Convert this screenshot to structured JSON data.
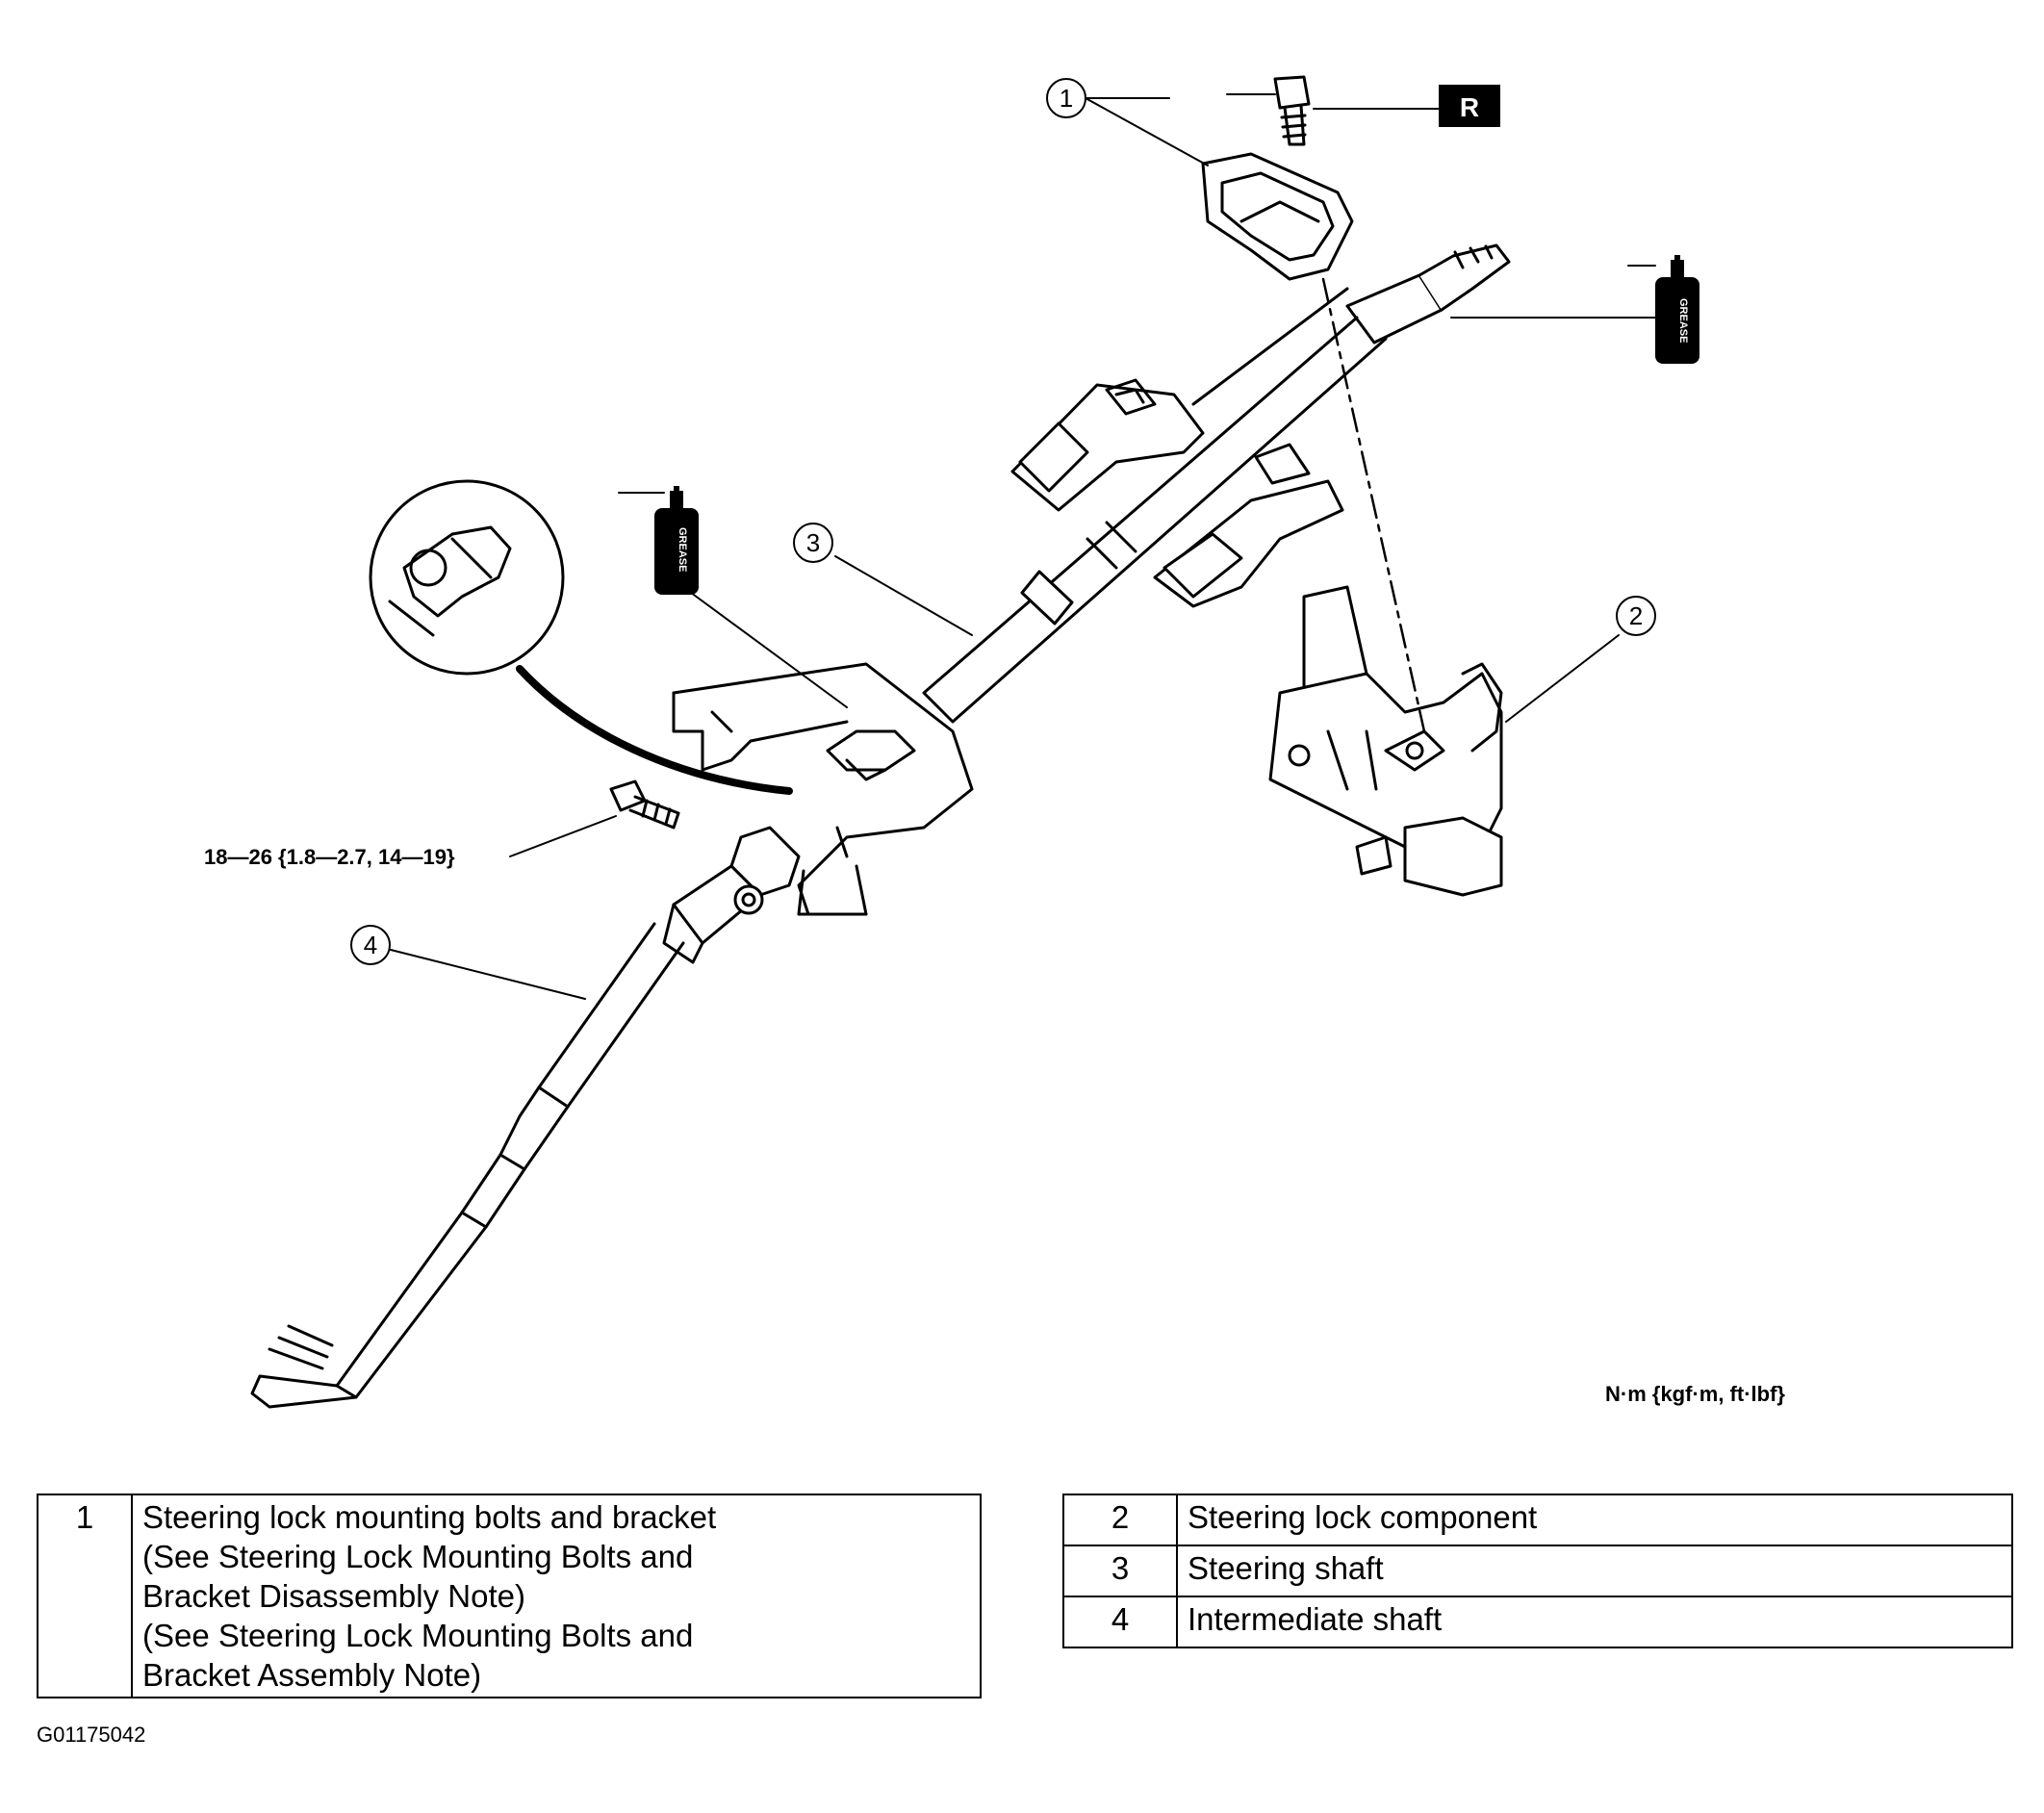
{
  "callouts": {
    "c1": "1",
    "c2": "2",
    "c3": "3",
    "c4": "4"
  },
  "labels": {
    "r_badge": "R",
    "grease": "GREASE",
    "torque_spec": "18—26 {1.8—2.7, 14—19}",
    "torque_units": "N·m {kgf·m, ft·lbf}",
    "figure_id": "G01175042"
  },
  "parts_left": [
    {
      "num": "1",
      "lines": [
        "Steering lock mounting bolts and bracket",
        "(See Steering Lock Mounting Bolts and",
        "Bracket Disassembly Note)",
        "(See Steering Lock Mounting Bolts and",
        "Bracket Assembly Note)"
      ]
    }
  ],
  "parts_right": [
    {
      "num": "2",
      "desc": "Steering lock component"
    },
    {
      "num": "3",
      "desc": "Steering shaft"
    },
    {
      "num": "4",
      "desc": "Intermediate shaft"
    }
  ],
  "icons": [
    "grease-can-icon",
    "bolt-icon",
    "r-badge-icon"
  ]
}
